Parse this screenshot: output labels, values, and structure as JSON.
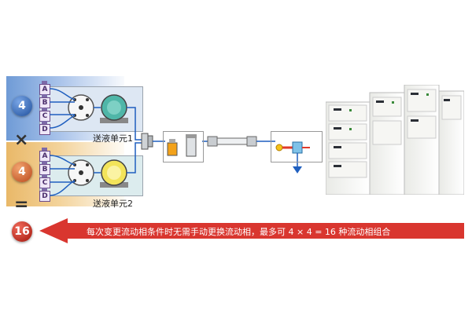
{
  "units": [
    {
      "name": "送液单元1",
      "count": "4",
      "bottles": [
        "A",
        "B",
        "C",
        "D"
      ]
    },
    {
      "name": "送液单元2",
      "count": "4",
      "bottles": [
        "A",
        "B",
        "C",
        "D"
      ]
    }
  ],
  "operators": {
    "times": "×",
    "equals": "="
  },
  "result": {
    "count": "16"
  },
  "banner": {
    "text": "每次变更流动相条件时无需手动更换流动相，最多可 4 × 4 = 16 种流动相组合"
  },
  "colors": {
    "accent": "#d9362f",
    "flow_line": "#1f5fbf",
    "band_top": "#6f9bd6",
    "band_bottom": "#e9b868"
  }
}
